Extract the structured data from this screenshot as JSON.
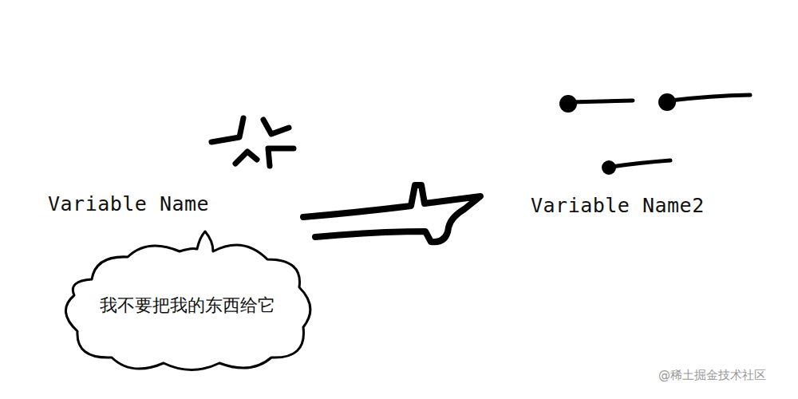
{
  "diagram": {
    "nodes": [
      {
        "text": [
          "我不要把我的东西给它"
        ]
      }
    ],
    "labels": [
      "Variable Name",
      "Variable Name2",
      "@稀土掘金技术社区"
    ]
  }
}
